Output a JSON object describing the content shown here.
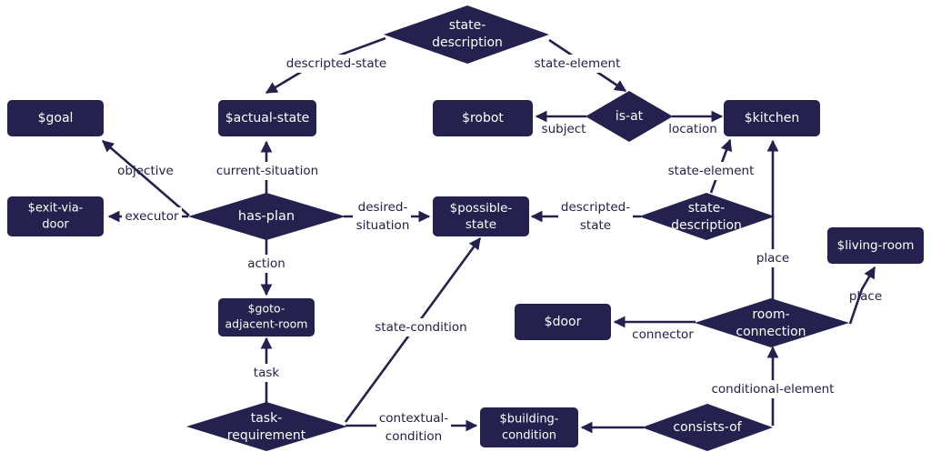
{
  "colors": {
    "node": "#24214f",
    "text": "#ffffff",
    "label": "#23204a"
  },
  "nodes": {
    "goal": [
      "$goal"
    ],
    "exit_via_door": [
      "$exit-via-",
      "door"
    ],
    "actual_state": [
      "$actual-state"
    ],
    "goto_room": [
      "$goto-",
      "adjacent-room"
    ],
    "robot": [
      "$robot"
    ],
    "possible_state": [
      "$possible-",
      "state"
    ],
    "kitchen": [
      "$kitchen"
    ],
    "living_room": [
      "$living-room"
    ],
    "door": [
      "$door"
    ],
    "building_condition": [
      "$building-",
      "condition"
    ]
  },
  "relations": {
    "state_description_top": [
      "state-",
      "description"
    ],
    "has_plan": [
      "has-plan"
    ],
    "is_at": [
      "is-at"
    ],
    "state_description_right": [
      "state-",
      "description"
    ],
    "room_connection": [
      "room-",
      "connection"
    ],
    "task_requirement": [
      "task-",
      "requirement"
    ],
    "consists_of": [
      "consists-of"
    ]
  },
  "edges": {
    "descripted_state_top": [
      "descripted-state"
    ],
    "state_element_top": [
      "state-element"
    ],
    "objective": [
      "objective"
    ],
    "current_situation": [
      "current-situation"
    ],
    "executor": [
      "executor"
    ],
    "desired_situation": [
      "desired-",
      "situation"
    ],
    "action": [
      "action"
    ],
    "task": [
      "task"
    ],
    "subject": [
      "subject"
    ],
    "location": [
      "location"
    ],
    "state_element_right": [
      "state-element"
    ],
    "descripted_state_right": [
      "descripted-",
      "state"
    ],
    "place_up": [
      "place"
    ],
    "place_living": [
      "place"
    ],
    "connector": [
      "connector"
    ],
    "conditional_element": [
      "conditional-element"
    ],
    "state_condition": [
      "state-condition"
    ],
    "contextual_condition": [
      "contextual-",
      "condition"
    ]
  }
}
